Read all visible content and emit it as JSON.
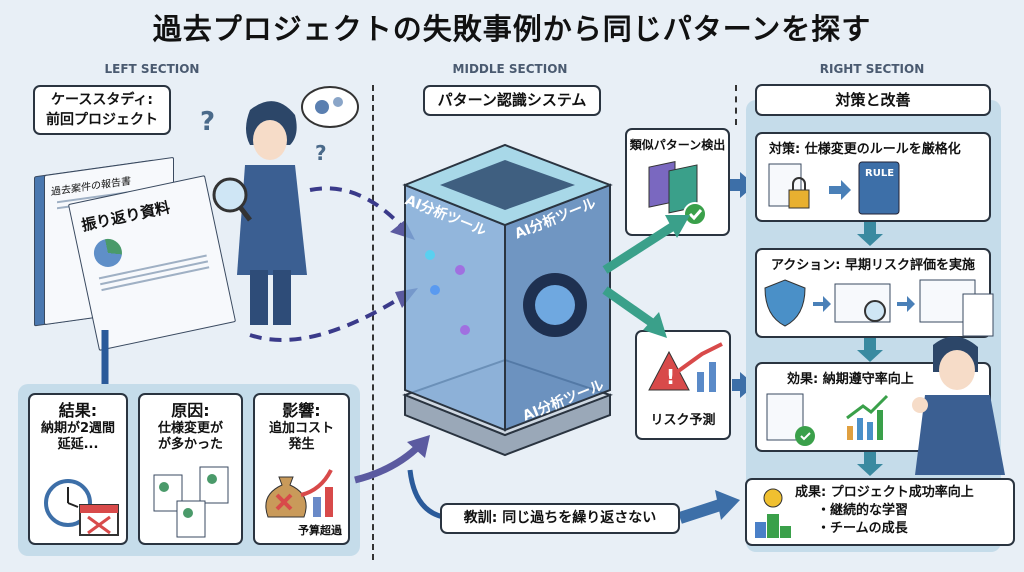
{
  "title": "過去プロジェクトの失敗事例から同じパターンを探す",
  "sections": {
    "left": "LEFT SECTION",
    "middle": "MIDDLE SECTION",
    "right": "RIGHT SECTION"
  },
  "left": {
    "case_study": [
      "ケーススタディ:",
      "前回プロジェクト"
    ],
    "doc_report": "過去案件の報告書",
    "doc_review": "振り返り資料",
    "cards": [
      {
        "heading": "結果:",
        "text": "納期が2週間延延..."
      },
      {
        "heading": "原因:",
        "text": "仕様変更がが多かった"
      },
      {
        "heading": "影響:",
        "text": "追加コスト発生",
        "note": "予算超過"
      }
    ]
  },
  "middle": {
    "header": "パターン認識システム",
    "cube_label": "AI分析ツール",
    "similar": "類似パターン検出",
    "risk": "リスク予測",
    "lesson": "教訓: 同じ過ちを繰り返さない"
  },
  "right": {
    "header": "対策と改善",
    "measure": "対策: 仕様変更のルールを厳格化",
    "rule_book": "RULE",
    "action": "アクション: 早期リスク評価を実施",
    "effect": "効果: 納期遵守率向上",
    "result": {
      "heading": "成果: プロジェクト成功率向上",
      "items": [
        "・継続的な学習",
        "・チームの成長"
      ]
    }
  },
  "colors": {
    "accent": "#3d6fa8",
    "panel": "#c5dcea",
    "arrow": "#5b5aa0",
    "teal": "#3aa08a"
  }
}
